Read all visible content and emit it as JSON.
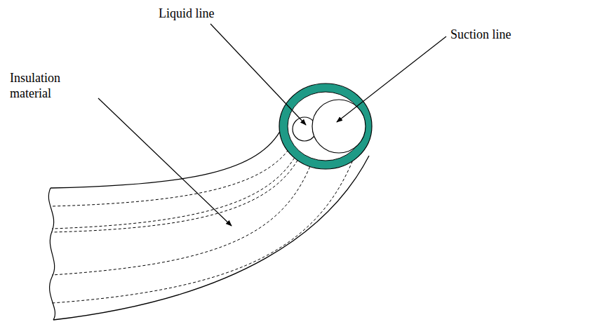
{
  "diagram": {
    "labels": [
      "Liquid line",
      "Suction line",
      "Insulation material"
    ]
  }
}
